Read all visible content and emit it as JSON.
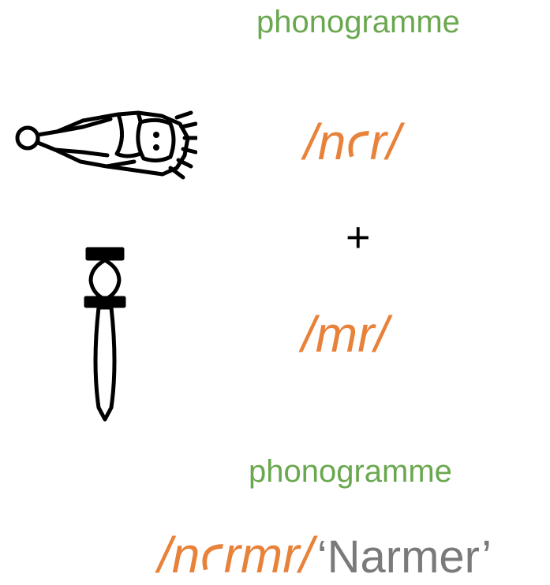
{
  "labels": {
    "top": "phonogramme",
    "bottom": "phonogramme"
  },
  "phonograms": {
    "first": "/nꜥr/",
    "operator": "+",
    "second": "/mr/"
  },
  "result": {
    "transliteration": "/nꜥrmr/",
    "gloss": "‘Narmer’"
  },
  "colors": {
    "label": "#6aa84f",
    "phonogram": "#e8823a",
    "gloss": "#7a7a7a",
    "glyph": "#000000"
  },
  "icons": {
    "first_glyph": "catfish-hieroglyph-icon",
    "second_glyph": "chisel-hieroglyph-icon"
  }
}
